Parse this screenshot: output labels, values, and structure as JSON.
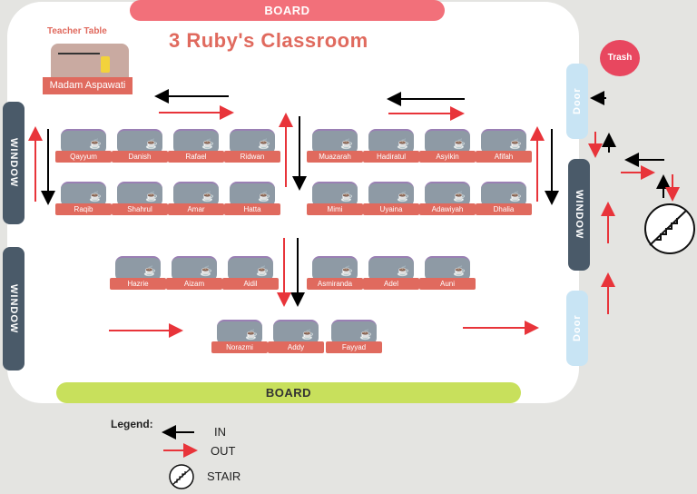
{
  "boards": {
    "top": "BOARD",
    "bottom": "BOARD"
  },
  "title": "3 Ruby's Classroom",
  "teacher": {
    "label": "Teacher Table",
    "name": "Madam Aspawati"
  },
  "windows": {
    "left_top": "WINDOW",
    "left_bottom": "WINDOW",
    "right": "WINDOW"
  },
  "doors": {
    "top": "Door",
    "bottom": "Door"
  },
  "trash": "Trash",
  "students": [
    "Qayyum",
    "Danish",
    "Rafael",
    "Ridwan",
    "Muazarah",
    "Hadiratul",
    "Asyikin",
    "Afifah",
    "Raqib",
    "Shahrul",
    "Amar",
    "Hatta",
    "Mimi",
    "Uyaina",
    "Adawiyah",
    "Dhalia",
    "Hazrie",
    "Aizam",
    "Aidil",
    "Asmiranda",
    "Adel",
    "Auni",
    "Norazmi",
    "Addy",
    "Fayyad"
  ],
  "legend": {
    "title": "Legend:",
    "in": "IN",
    "out": "OUT",
    "stair": "STAIR"
  },
  "colors": {
    "in_arrow": "#000000",
    "out_arrow": "#e8343a",
    "board_top": "#f2707a",
    "board_bottom": "#c8e05c",
    "name_tag": "#e06a5e"
  }
}
